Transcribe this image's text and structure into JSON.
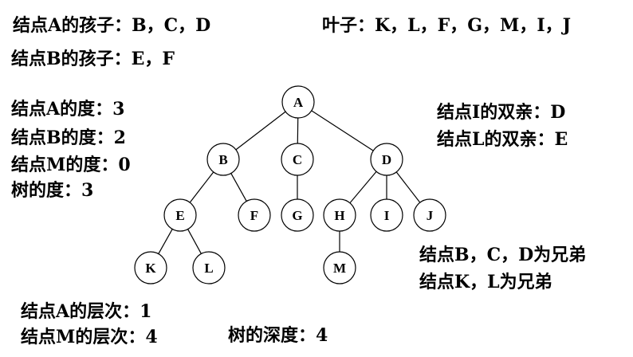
{
  "annotations": {
    "children_A": "结点A的孩子：B，C，D",
    "leaves": "叶子：K，L，F，G，M，I，J",
    "children_B": "结点B的孩子：E，F",
    "degree_A": "结点A的度：3",
    "degree_B": "结点B的度：2",
    "degree_M": "结点M的度：0",
    "tree_degree": "树的度：3",
    "parent_I": "结点I的双亲：D",
    "parent_L": "结点L的双亲：E",
    "siblings_BCD": "结点B，C，D为兄弟",
    "siblings_KL": "结点K，L为兄弟",
    "level_A": "结点A的层次：1",
    "level_M": "结点M的层次：4",
    "tree_depth": "树的深度：4"
  },
  "tree": {
    "nodes": [
      "A",
      "B",
      "C",
      "D",
      "E",
      "F",
      "G",
      "H",
      "I",
      "J",
      "K",
      "L",
      "M"
    ],
    "edges": [
      [
        "A",
        "B"
      ],
      [
        "A",
        "C"
      ],
      [
        "A",
        "D"
      ],
      [
        "B",
        "E"
      ],
      [
        "B",
        "F"
      ],
      [
        "C",
        "G"
      ],
      [
        "D",
        "H"
      ],
      [
        "D",
        "I"
      ],
      [
        "D",
        "J"
      ],
      [
        "E",
        "K"
      ],
      [
        "E",
        "L"
      ],
      [
        "H",
        "M"
      ]
    ]
  }
}
